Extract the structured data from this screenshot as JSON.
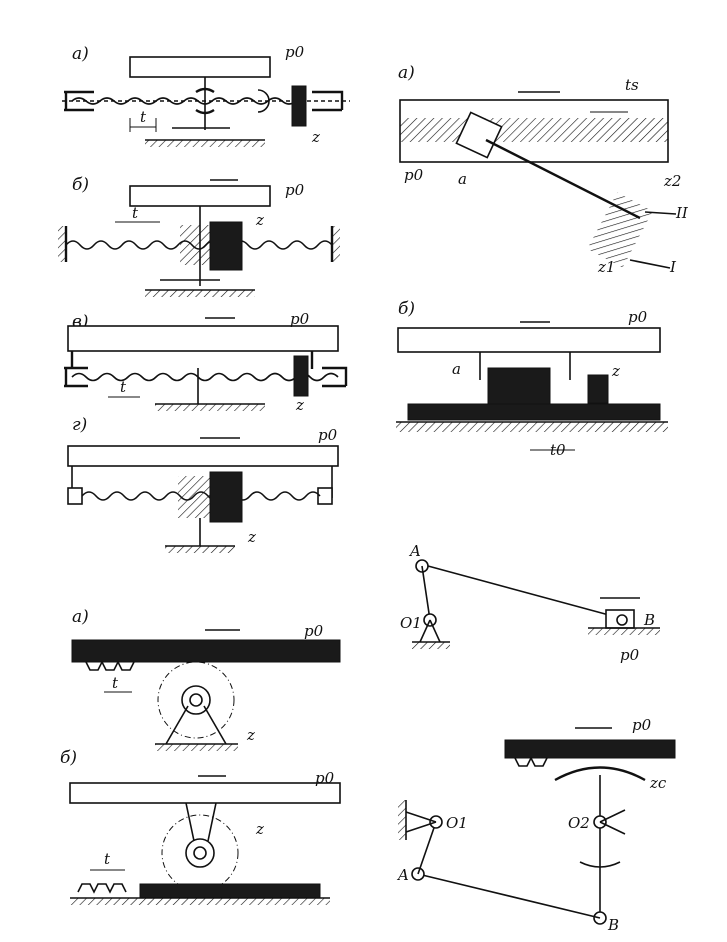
{
  "labels": {
    "a": "а)",
    "b": "б)",
    "v": "в)",
    "g": "г)",
    "p0": "p0",
    "z": "z",
    "t": "t",
    "ts": "ts",
    "t0": "t0",
    "z1": "z1",
    "z2": "z2",
    "zc": "zc",
    "a_small": "a",
    "roman2": "II",
    "roman1": "I",
    "A": "A",
    "B": "B",
    "O1": "O1",
    "O2": "O2"
  },
  "colors": {
    "ink": "#111111",
    "background": "#ffffff"
  }
}
